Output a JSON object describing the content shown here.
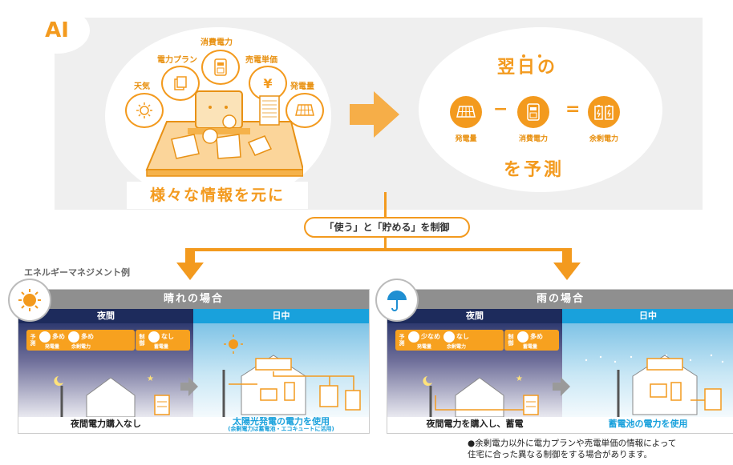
{
  "ai_badge": "AI",
  "bubbles": {
    "weather": "天気",
    "plan": "電力プラン",
    "consumption": "消費電力",
    "sell_price": "売電単価",
    "generation": "発電量"
  },
  "main_caption": "様々な情報を元に",
  "forecast": {
    "title": "翌日の",
    "generation_label": "発電量",
    "consumption_label": "消費電力",
    "surplus_label": "余剰電力",
    "minus": "−",
    "equals": "=",
    "bottom": "を予測"
  },
  "control_pill": "「使う」と「貯める」を制御",
  "section_label": "エネルギーマネジメント例",
  "sunny": {
    "title": "晴れの場合",
    "night_label": "夜間",
    "day_label": "日中",
    "predict_tag": "予測",
    "control_tag": "制御",
    "gen_label": "発電量",
    "gen_val": "多め",
    "surplus_label": "余剰電力",
    "surplus_val": "多め",
    "storage_label": "蓄電量",
    "storage_val": "なし",
    "night_caption": "夜間電力購入なし",
    "day_caption": "太陽光発電の電力を使用",
    "day_subcaption": "(余剰電力は蓄電池・エコキュートに活用)"
  },
  "rainy": {
    "title": "雨の場合",
    "night_label": "夜間",
    "day_label": "日中",
    "predict_tag": "予測",
    "control_tag": "制御",
    "gen_label": "発電量",
    "gen_val": "少なめ",
    "surplus_label": "余剰電力",
    "surplus_val": "なし",
    "storage_label": "蓄電量",
    "storage_val": "多め",
    "night_caption": "夜間電力を購入し、蓄電",
    "day_caption": "蓄電池の電力を使用"
  },
  "note_line1": "●余剰電力以外に電力プランや売電単価の情報によって",
  "note_line2": "住宅に合った異なる制御をする場合があります。",
  "colors": {
    "accent": "#f39a1e",
    "night": "#1d2b5c",
    "day": "#19a1dc",
    "panel_head": "#8f8f8f"
  }
}
